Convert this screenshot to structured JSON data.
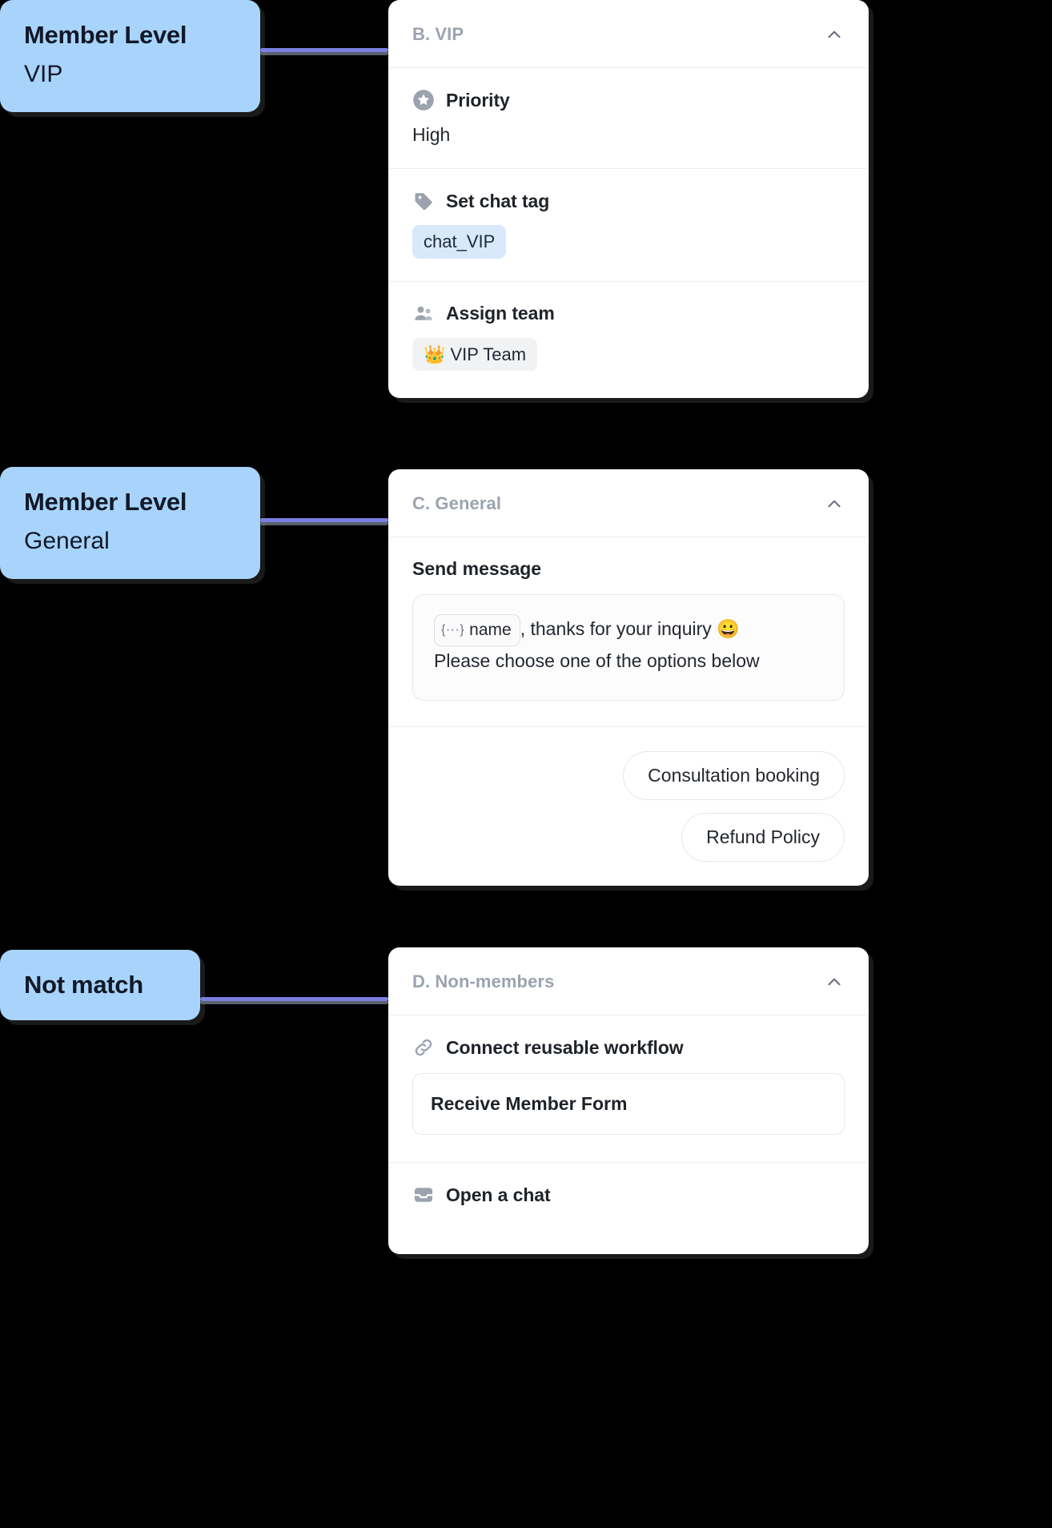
{
  "diagram": {
    "type": "flow-builder-branch-canvas",
    "background": "#000000",
    "edge_color": "#7b7fe0",
    "node_color": "#a8d4fb"
  },
  "condition_nodes": [
    {
      "title": "Member Level",
      "value": "VIP"
    },
    {
      "title": "Member Level",
      "value": "General"
    },
    {
      "title": "Not match",
      "value": ""
    }
  ],
  "cards": [
    {
      "id": "vip",
      "header": "B. VIP",
      "collapse_icon": "chevron-up-icon",
      "rows": [
        {
          "icon": "star-badge-icon",
          "label": "Priority",
          "value": "High",
          "value_type": "text"
        },
        {
          "icon": "tag-icon",
          "label": "Set chat tag",
          "value": "chat_VIP",
          "value_type": "chip-blue"
        },
        {
          "icon": "users-icon",
          "label": "Assign team",
          "value": "👑 VIP Team",
          "value_type": "chip-gray"
        }
      ]
    },
    {
      "id": "general",
      "header": "C. General",
      "collapse_icon": "chevron-up-icon",
      "send_message": {
        "label": "Send message",
        "variable_glyph": "{···}",
        "variable_name": "name",
        "line1_after_var": ", thanks for your inquiry 😀",
        "line2": "Please choose one of the options below"
      },
      "quick_replies": [
        "Consultation booking",
        "Refund Policy"
      ]
    },
    {
      "id": "non-members",
      "header": "D. Non-members",
      "collapse_icon": "chevron-up-icon",
      "connect_workflow": {
        "icon": "link-icon",
        "label": "Connect reusable workflow",
        "workflow_name": "Receive Member Form"
      },
      "open_chat": {
        "icon": "inbox-icon",
        "label": "Open a chat"
      }
    }
  ]
}
